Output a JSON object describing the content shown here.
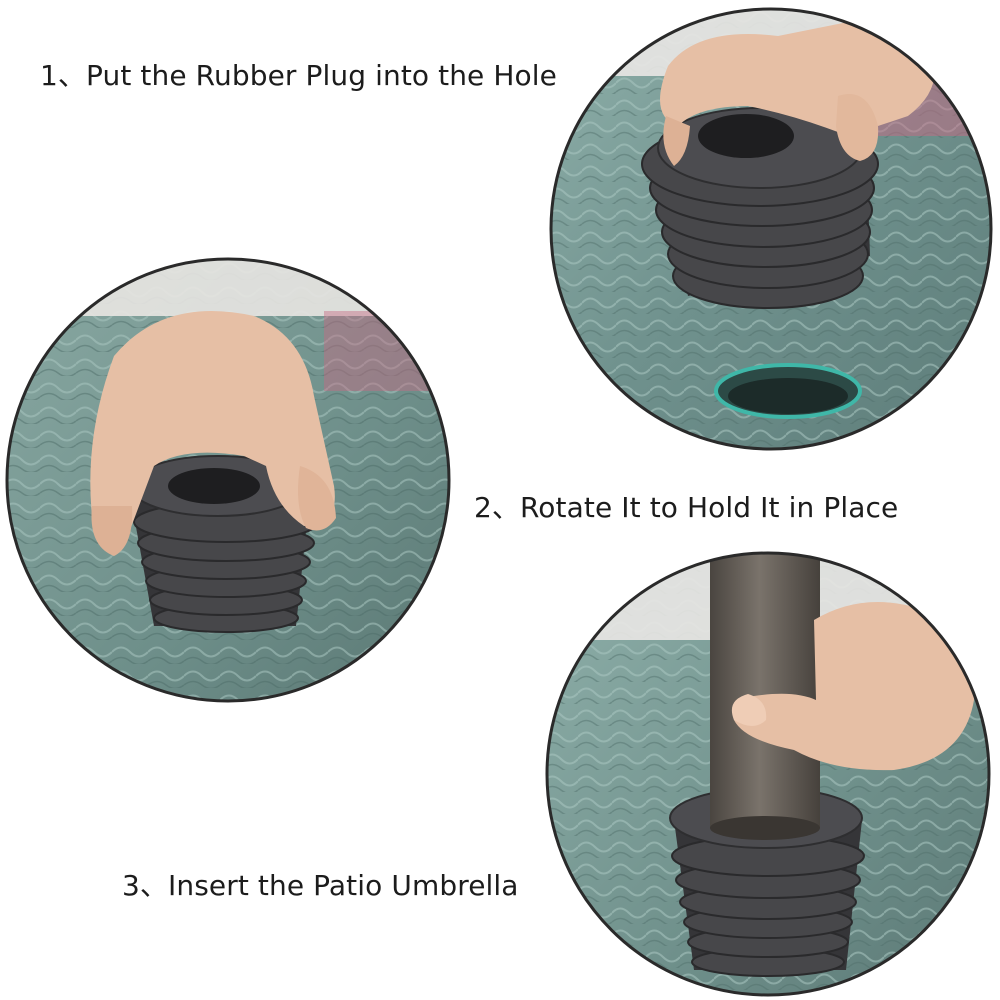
{
  "steps": [
    {
      "caption": "1、Put the Rubber Plug into the Hole"
    },
    {
      "caption": "2、Rotate It to Hold It in Place"
    },
    {
      "caption": "3、Insert the Patio Umbrella"
    }
  ],
  "colors": {
    "background": "#ffffff",
    "caption_text": "#1c1c1c",
    "glass": "#7a9a96",
    "rubber": "#3f3f42",
    "skin": "#e8c2a8",
    "pole": "#5a5550",
    "circle_border": "#2a2a2a"
  },
  "icons": [
    "rubber-plug-icon",
    "hand-icon",
    "table-hole-icon",
    "umbrella-pole-icon"
  ]
}
